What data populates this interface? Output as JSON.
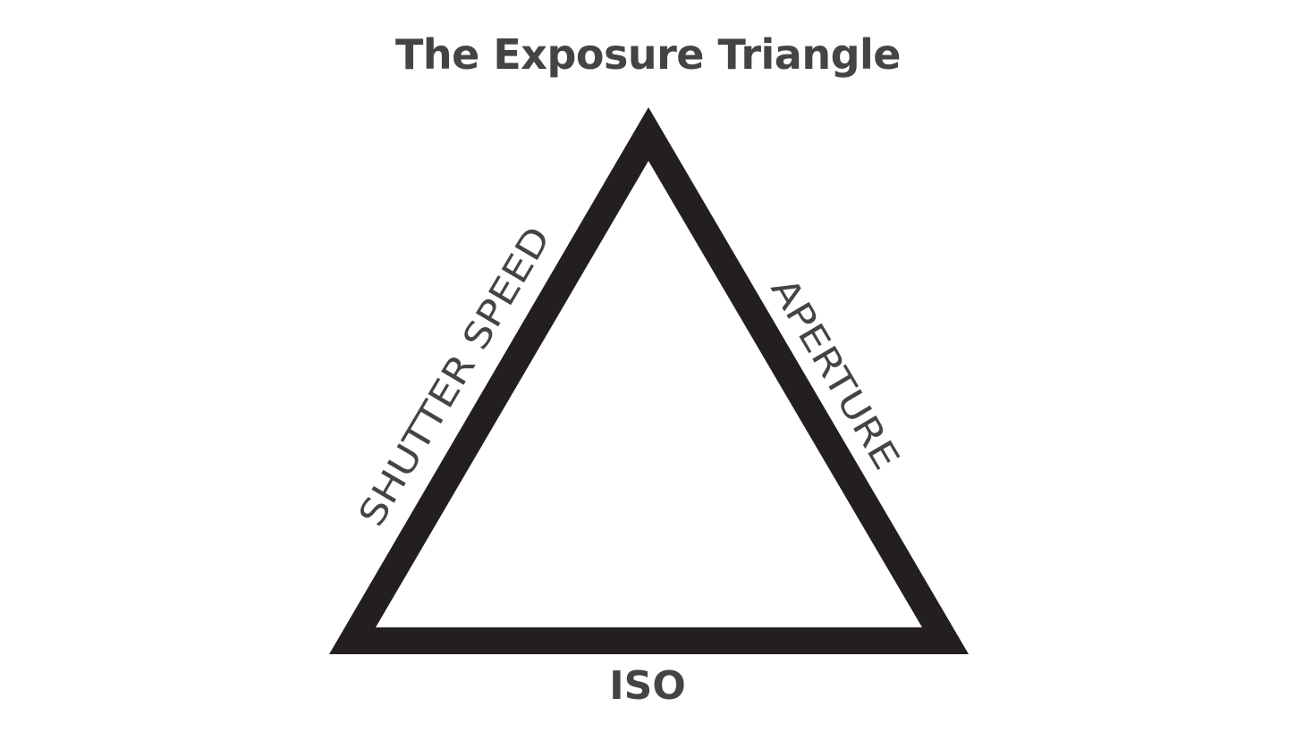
{
  "title": "The Exposure Triangle",
  "colors": {
    "triangle": "#231f20",
    "text": "#444444",
    "background": "#ffffff"
  },
  "labels": {
    "left_side": "SHUTTER SPEED",
    "right_side": "APERTURE",
    "bottom_side": "ISO"
  }
}
